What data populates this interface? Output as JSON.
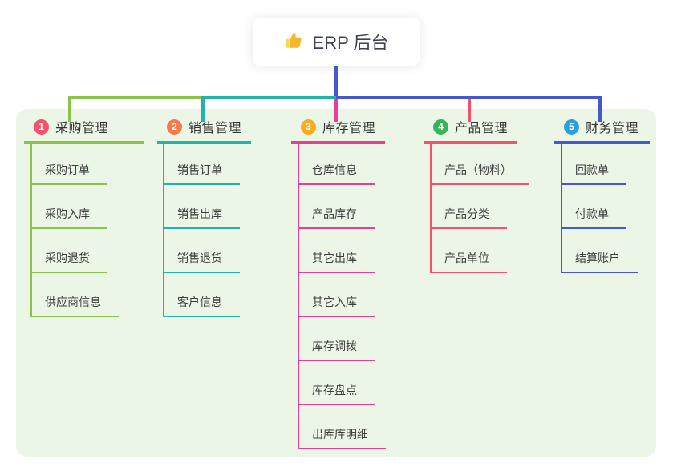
{
  "root": {
    "label": "ERP 后台",
    "icon": "thumbs-up-icon"
  },
  "colors": {
    "panel_bg": "#ecf6e7",
    "trunk_blue": "#4558d0",
    "branch_lines": [
      "#8bc34a",
      "#1fb6a8",
      "#e93e95",
      "#f5516d",
      "#4558d0"
    ],
    "badges": [
      "#f4516c",
      "#f87a4a",
      "#fbab1d",
      "#36b457",
      "#2d9fd9"
    ]
  },
  "branches": [
    {
      "num": "1",
      "title": "采购管理",
      "children": [
        "采购订单",
        "采购入库",
        "采购退货",
        "供应商信息"
      ]
    },
    {
      "num": "2",
      "title": "销售管理",
      "children": [
        "销售订单",
        "销售出库",
        "销售退货",
        "客户信息"
      ]
    },
    {
      "num": "3",
      "title": "库存管理",
      "children": [
        "仓库信息",
        "产品库存",
        "其它出库",
        "其它入库",
        "库存调拨",
        "库存盘点",
        "出库库明细"
      ]
    },
    {
      "num": "4",
      "title": "产品管理",
      "children": [
        "产品（物料）",
        "产品分类",
        "产品单位"
      ]
    },
    {
      "num": "5",
      "title": "财务管理",
      "children": [
        "回款单",
        "付款单",
        "结算账户"
      ]
    }
  ]
}
